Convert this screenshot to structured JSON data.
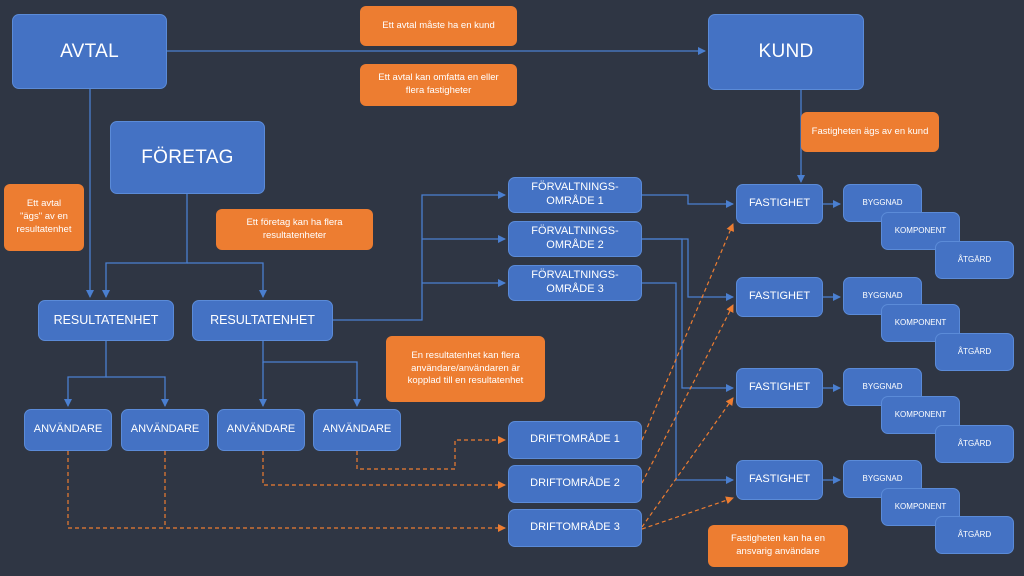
{
  "entities": {
    "avtal": "AVTAL",
    "kund": "KUND",
    "foretag": "FÖRETAG",
    "resultatenhet": "RESULTATENHET",
    "anvandare": "ANVÄNDARE",
    "forvaltningsomrade_1": "FÖRVALTNINGS-\nOMRÅDE 1",
    "forvaltningsomrade_2": "FÖRVALTNINGS-\nOMRÅDE 2",
    "forvaltningsomrade_3": "FÖRVALTNINGS-\nOMRÅDE 3",
    "driftomrade_1": "DRIFTOMRÅDE 1",
    "driftomrade_2": "DRIFTOMRÅDE 2",
    "driftomrade_3": "DRIFTOMRÅDE 3",
    "fastighet": "FASTIGHET",
    "byggnad": "BYGGNAD",
    "komponent": "KOMPONENT",
    "atgard": "ÅTGÄRD"
  },
  "notes": {
    "avtal_kund": "Ett avtal måste ha en kund",
    "avtal_fastigheter": "Ett avtal kan omfatta en eller\nflera fastigheter",
    "fastighet_kund": "Fastigheten ägs av en kund",
    "avtal_resultatenhet": "Ett avtal\n\"ägs\" av en\nresultatenhet",
    "foretag_resultatenheter": "Ett företag kan ha flera\nresultatenheter",
    "resultatenhet_anvandare": "En resultatenhet kan flera\nanvändare/användaren är\nkopplad till en resultatenhet",
    "fastighet_anvandare": "Fastigheten kan ha en\nansvarig användare"
  },
  "colors": {
    "background": "#2f3644",
    "entity": "#4472c4",
    "note": "#ed7d31",
    "solid_connector": "#4a7fd0",
    "dashed_connector": "#ed7d31"
  }
}
